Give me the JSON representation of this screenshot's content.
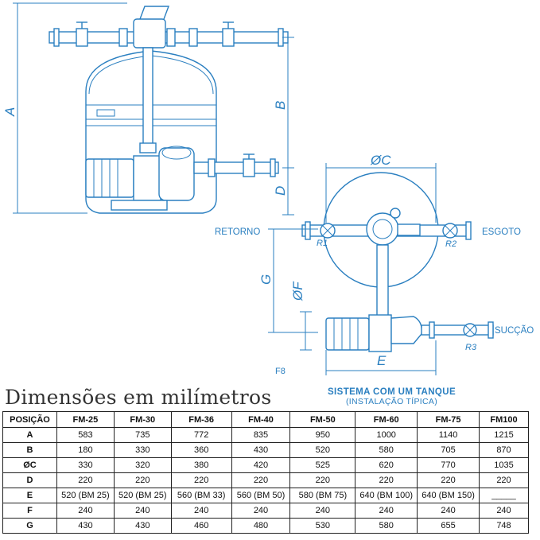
{
  "diagram": {
    "dimensions": [
      "A",
      "B",
      "D",
      "ØC",
      "G",
      "ØF",
      "E"
    ],
    "labels": {
      "retorno": "RETORNO",
      "esgoto": "ESGOTO",
      "succao": "SUCÇÃO",
      "r1": "R1",
      "r2": "R2",
      "r3": "R3",
      "f8": "F8"
    }
  },
  "title": "Dimensões em milímetros",
  "system_caption": {
    "line1": "SISTEMA COM UM TANQUE",
    "line2": "(INSTALAÇÃO TÍPICA)"
  },
  "table": {
    "headers": [
      "POSIÇÃO",
      "FM-25",
      "FM-30",
      "FM-36",
      "FM-40",
      "FM-50",
      "FM-60",
      "FM-75",
      "FM100"
    ],
    "rows": [
      [
        "A",
        "583",
        "735",
        "772",
        "835",
        "950",
        "1000",
        "1140",
        "1215"
      ],
      [
        "B",
        "180",
        "330",
        "360",
        "430",
        "520",
        "580",
        "705",
        "870"
      ],
      [
        "ØC",
        "330",
        "320",
        "380",
        "420",
        "525",
        "620",
        "770",
        "1035"
      ],
      [
        "D",
        "220",
        "220",
        "220",
        "220",
        "220",
        "220",
        "220",
        "220"
      ],
      [
        "E",
        "520 (BM 25)",
        "520 (BM 25)",
        "560 (BM 33)",
        "560 (BM 50)",
        "580 (BM 75)",
        "640 (BM 100)",
        "640 (BM 150)",
        "_____"
      ],
      [
        "F",
        "240",
        "240",
        "240",
        "240",
        "240",
        "240",
        "240",
        "240"
      ],
      [
        "G",
        "430",
        "430",
        "460",
        "480",
        "530",
        "580",
        "655",
        "748"
      ]
    ]
  }
}
